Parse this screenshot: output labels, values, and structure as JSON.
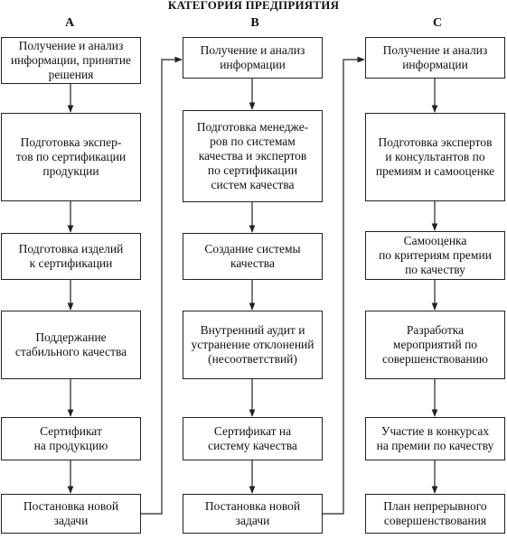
{
  "title": "КАТЕГОРИЯ ПРЕДПРИЯТИЯ",
  "columns": [
    {
      "letter": "A",
      "steps": [
        "Получение и анализ\nинформации, принятие\nрешения",
        "Подготовка экспер-\nтов по сертификации\nпродукции",
        "Подготовка изделий\nк сертификации",
        "Поддержание\nстабильного качества",
        "Сертификат\nна продукцию",
        "Постановка новой\nзадачи"
      ]
    },
    {
      "letter": "B",
      "steps": [
        "Получение и анализ\nинформации",
        "Подготовка менедже-\nров по системам\nкачества и экспертов\nпо сертификации\nсистем качества",
        "Создание системы\nкачества",
        "Внутренний аудит и\nустранение отклонений\n(несоответствий)",
        "Сертификат на\nсистему качества",
        "Постановка новой\nзадачи"
      ]
    },
    {
      "letter": "C",
      "steps": [
        "Получение и анализ\nинформации",
        "Подготовка экспертов\nи консультантов по\nпремиям и самооценке",
        "Самооценка\nпо критериям премии\nпо качеству",
        "Разработка\nмероприятий по\nсовершенствованию",
        "Участие в конкурсах\nна премии по качеству",
        "План непрерывного\nсовершенствования"
      ]
    }
  ]
}
